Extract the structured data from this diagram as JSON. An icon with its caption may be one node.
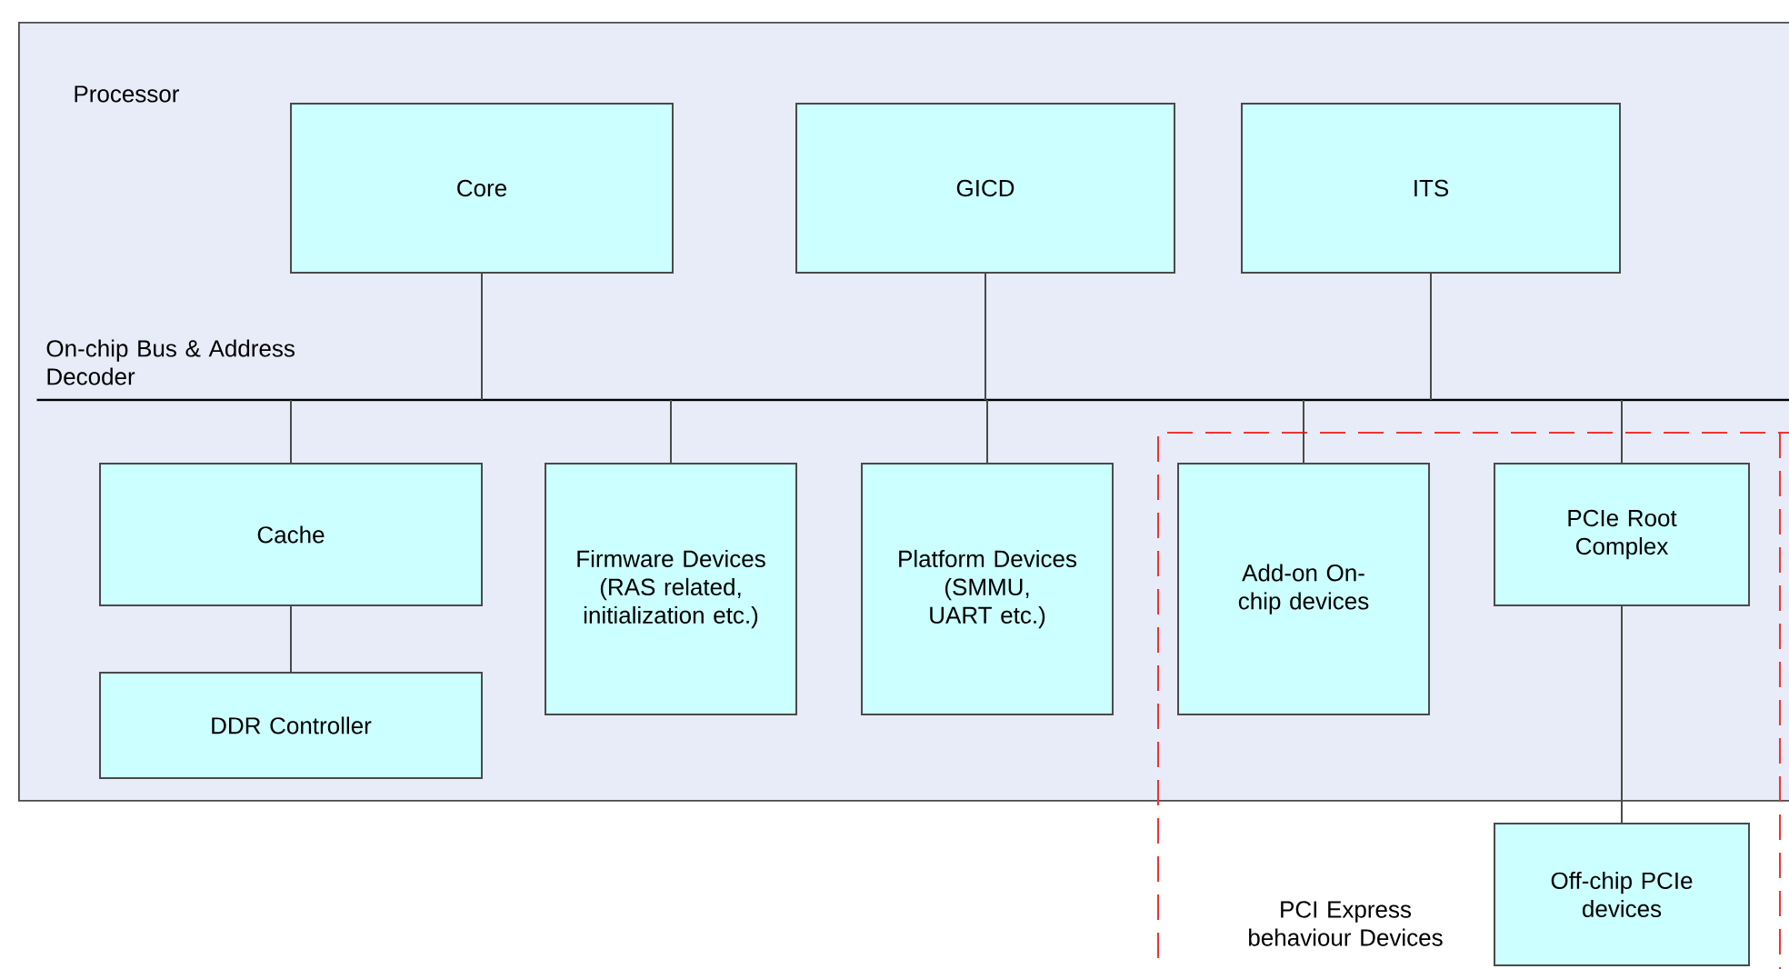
{
  "diagram": {
    "nodes": [
      {
        "text": [
          "Processor"
        ]
      },
      {
        "text": [
          "Core"
        ],
        "in": 0
      },
      {
        "text": [
          "GICD"
        ],
        "in": 0
      },
      {
        "text": [
          "ITS"
        ],
        "in": 0
      },
      {
        "text": [],
        "shape": "bar",
        "beside": [
          "On-chip Bus & Address Decoder"
        ],
        "in": 0
      },
      {
        "text": [
          "Cache"
        ],
        "in": 0
      },
      {
        "text": [
          "DDR Controller"
        ],
        "in": 0
      },
      {
        "text": [
          "Firmware Devices (RAS related, initialization etc.)"
        ],
        "in": 0
      },
      {
        "text": [
          "Platform Devices (SMMU, UART etc.)"
        ],
        "in": 0
      },
      {
        "text": [
          "PCI Express behaviour Devices"
        ]
      },
      {
        "text": [
          "Add-on On-chip devices"
        ]
      },
      {
        "text": [
          "PCIe Root Complex"
        ]
      },
      {
        "text": [
          "Off-chip PCIe devices"
        ],
        "in": 9
      }
    ],
    "edges": [
      {
        "from": 1,
        "to": 4,
        "arrow": "none"
      },
      {
        "from": 2,
        "to": 4,
        "arrow": "none"
      },
      {
        "from": 3,
        "to": 4,
        "arrow": "none"
      },
      {
        "from": 4,
        "to": 5,
        "arrow": "none"
      },
      {
        "from": 4,
        "to": 7,
        "arrow": "none"
      },
      {
        "from": 4,
        "to": 8,
        "arrow": "none"
      },
      {
        "from": 4,
        "to": 10,
        "arrow": "none"
      },
      {
        "from": 4,
        "to": 11,
        "arrow": "none"
      },
      {
        "from": 5,
        "to": 6,
        "arrow": "none"
      },
      {
        "from": 11,
        "to": 12,
        "arrow": "none"
      }
    ]
  }
}
